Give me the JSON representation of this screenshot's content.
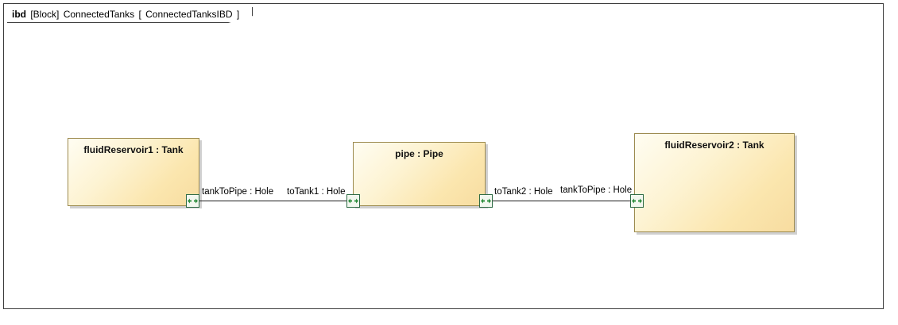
{
  "frame": {
    "keyword": "ibd",
    "type": "[Block]",
    "block_name": "ConnectedTanks",
    "bracket_open": "[",
    "diagram_name": "ConnectedTanksIBD",
    "bracket_close": "]",
    "full_header": "ibd [Block] ConnectedTanks [ ConnectedTanksIBD ]"
  },
  "colors": {
    "frame_border": "#3c3c3c",
    "part_border": "#9c8a4e",
    "part_fill_light": "#fffdf2",
    "part_fill_dark": "#f7dca0",
    "port_border": "#2e6b45",
    "port_arrow": "#2f8f3f",
    "connector": "#1c1c1c",
    "shadow": "#969696"
  },
  "parts": [
    {
      "id": "fluidReservoir1",
      "name": "fluidReservoir1 : Tank",
      "part_name": "fluidReservoir1",
      "type_name": "Tank"
    },
    {
      "id": "pipe",
      "name": "pipe : Pipe",
      "part_name": "pipe",
      "type_name": "Pipe"
    },
    {
      "id": "fluidReservoir2",
      "name": "fluidReservoir2 : Tank",
      "part_name": "fluidReservoir2",
      "type_name": "Tank"
    }
  ],
  "ports": [
    {
      "id": "p1",
      "owner": "fluidReservoir1",
      "label": "tankToPipe : Hole",
      "port_name": "tankToPipe",
      "type_name": "Hole",
      "side": "right",
      "icon": "bidirectional-flow-port-icon"
    },
    {
      "id": "p2",
      "owner": "pipe",
      "label": "toTank1 : Hole",
      "port_name": "toTank1",
      "type_name": "Hole",
      "side": "left",
      "icon": "bidirectional-flow-port-icon"
    },
    {
      "id": "p3",
      "owner": "pipe",
      "label": "toTank2 : Hole",
      "port_name": "toTank2",
      "type_name": "Hole",
      "side": "right",
      "icon": "bidirectional-flow-port-icon"
    },
    {
      "id": "p4",
      "owner": "fluidReservoir2",
      "label": "tankToPipe : Hole",
      "port_name": "tankToPipe",
      "type_name": "Hole",
      "side": "left",
      "icon": "bidirectional-flow-port-icon"
    }
  ],
  "connectors": [
    {
      "id": "c1",
      "from": "p1",
      "to": "p2"
    },
    {
      "id": "c2",
      "from": "p3",
      "to": "p4"
    }
  ]
}
